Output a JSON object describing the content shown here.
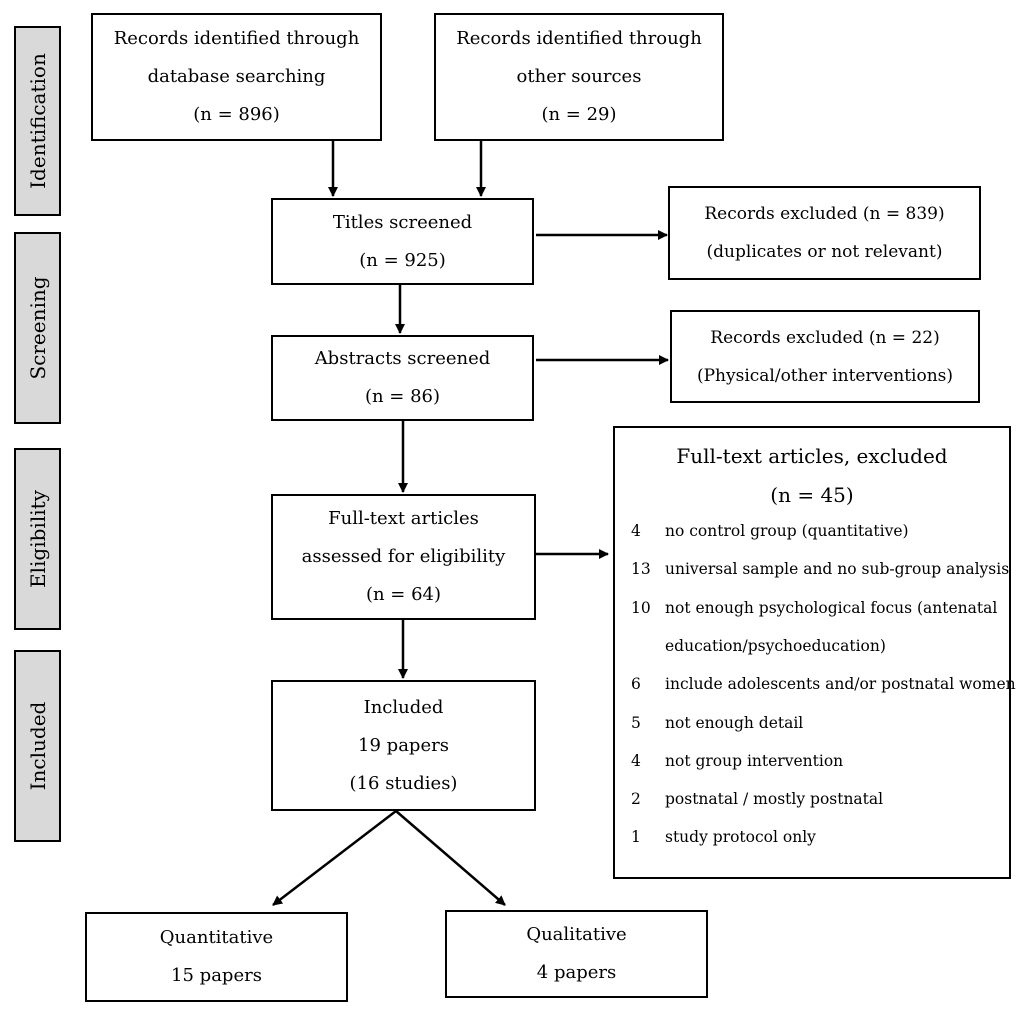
{
  "stages": [
    "Identification",
    "Screening",
    "Eligibility",
    "Included"
  ],
  "boxes": {
    "database": [
      "Records identified through",
      "database searching",
      "(n = 896)"
    ],
    "other": [
      "Records identified through",
      "other sources",
      "(n = 29)"
    ],
    "titles": [
      "Titles screened",
      "(n = 925)"
    ],
    "excluded1": [
      "Records excluded (n = 839)",
      "(duplicates or not relevant)"
    ],
    "abstracts": [
      "Abstracts screened",
      "(n = 86)"
    ],
    "excluded2": [
      "Records excluded (n = 22)",
      "(Physical/other interventions)"
    ],
    "fulltext": [
      "Full-text articles",
      "assessed for eligibility",
      "(n = 64)"
    ],
    "included": [
      "Included",
      "19 papers",
      "(16 studies)"
    ],
    "quantitative": [
      "Quantitative",
      "15 papers"
    ],
    "qualitative": [
      "Qualitative",
      "4 papers"
    ]
  },
  "fulltext_excluded": {
    "title": "Full-text articles, excluded",
    "count": "(n = 45)",
    "reasons": [
      {
        "n": "4",
        "text": "no control group (quantitative)",
        "cont": ""
      },
      {
        "n": "13",
        "text": "universal sample and no sub-group analysis",
        "cont": ""
      },
      {
        "n": "10",
        "text": "not enough psychological focus (antenatal",
        "cont": "education/psychoeducation)"
      },
      {
        "n": "6",
        "text": "include adolescents and/or postnatal women",
        "cont": ""
      },
      {
        "n": "5",
        "text": "not enough detail",
        "cont": ""
      },
      {
        "n": "4",
        "text": "not group intervention",
        "cont": ""
      },
      {
        "n": "2",
        "text": "postnatal / mostly postnatal",
        "cont": ""
      },
      {
        "n": "1",
        "text": "study protocol only",
        "cont": ""
      }
    ]
  }
}
